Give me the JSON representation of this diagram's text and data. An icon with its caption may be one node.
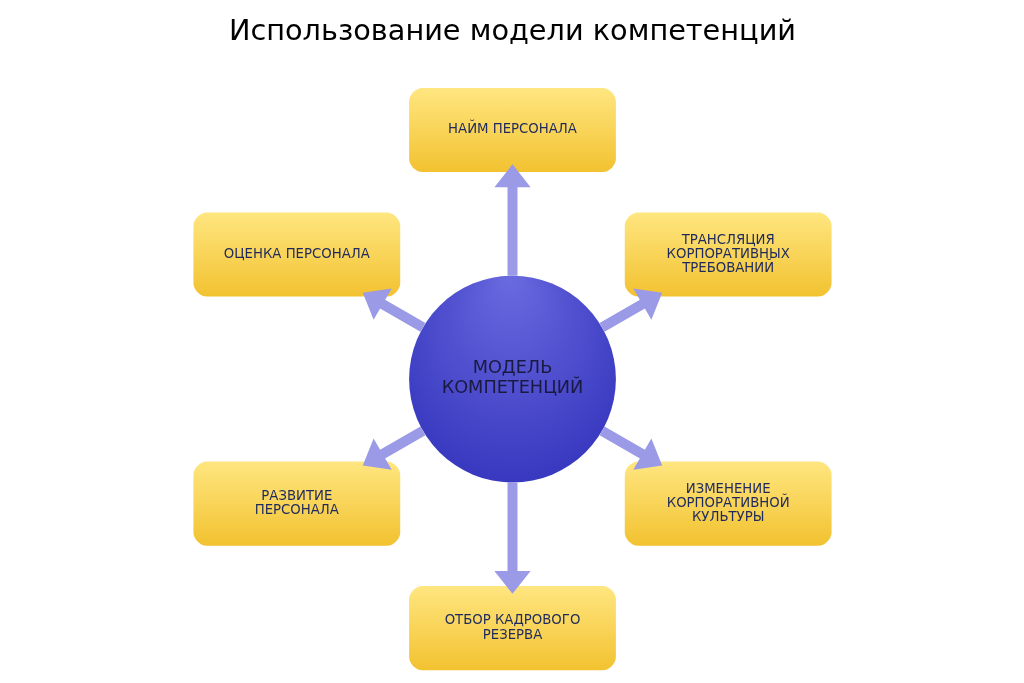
{
  "diagram": {
    "title": "Использование модели компетенций",
    "nodes": [
      {
        "text": [
          "НАЙМ ПЕРСОНАЛА"
        ]
      },
      {
        "text": [
          "ОЦЕНКА ПЕРСОНАЛА"
        ]
      },
      {
        "text": [
          "ТРАНСЛЯЦИЯ КОРПОРАТИВНЫХ ТРЕБОВАНИЙ"
        ]
      },
      {
        "text": [
          "МОДЕЛЬ КОМПЕТЕНЦИЙ"
        ]
      },
      {
        "text": [
          "РАЗВИТИЕ ПЕРСОНАЛА"
        ]
      },
      {
        "text": [
          "ИЗМЕНЕНИЕ КОРПОРАТИВНОЙ КУЛЬТУРЫ"
        ]
      },
      {
        "text": [
          "ОТБОР КАДРОВОГО РЕЗЕРВА"
        ]
      }
    ],
    "edges": [
      {
        "from": 3,
        "to": 2,
        "arrow": "to"
      },
      {
        "from": 3,
        "to": 0,
        "arrow": "to"
      },
      {
        "from": 3,
        "to": 1,
        "arrow": "to"
      },
      {
        "from": 3,
        "to": 4,
        "arrow": "to"
      },
      {
        "from": 3,
        "to": 6,
        "arrow": "to"
      },
      {
        "from": 3,
        "to": 5,
        "arrow": "to"
      }
    ]
  }
}
